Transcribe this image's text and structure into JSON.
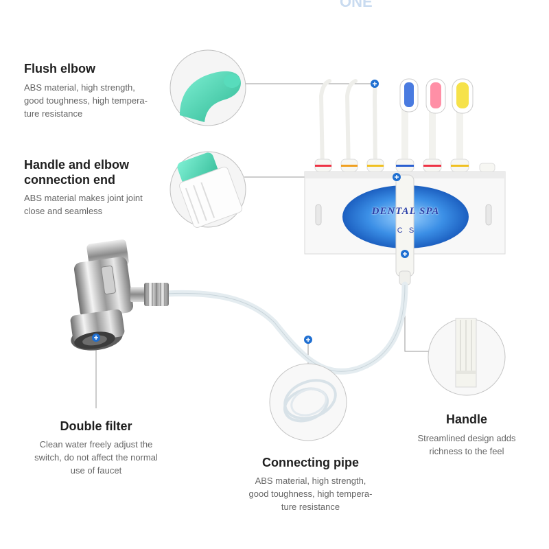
{
  "header_partial": "ONE",
  "product": {
    "brand_label": "DENTAL SPA",
    "brand_sub": "C   S"
  },
  "callouts": {
    "flush_elbow": {
      "title": "Flush elbow",
      "desc": "ABS material, high strength,\ngood toughness, high tempera-\nture resistance"
    },
    "handle_elbow": {
      "title": "Handle and elbow\nconnection end",
      "desc": "ABS material makes joint joint\nclose and seamless"
    },
    "double_filter": {
      "title": "Double filter",
      "desc": "Clean water freely adjust the\nswitch, do not affect the normal\nuse of faucet"
    },
    "connecting_pipe": {
      "title": "Connecting pipe",
      "desc": "ABS material, high strength,\ngood toughness, high tempera-\nture resistance"
    },
    "handle": {
      "title": "Handle",
      "desc": "Streamlined design adds\nrichness to the feel"
    }
  },
  "colors": {
    "accent_blue": "#1f6fd1",
    "mint": "#3fcfb0",
    "leader_line": "#9a9a9a",
    "text_title": "#1f1f1f",
    "text_desc": "#666666"
  }
}
